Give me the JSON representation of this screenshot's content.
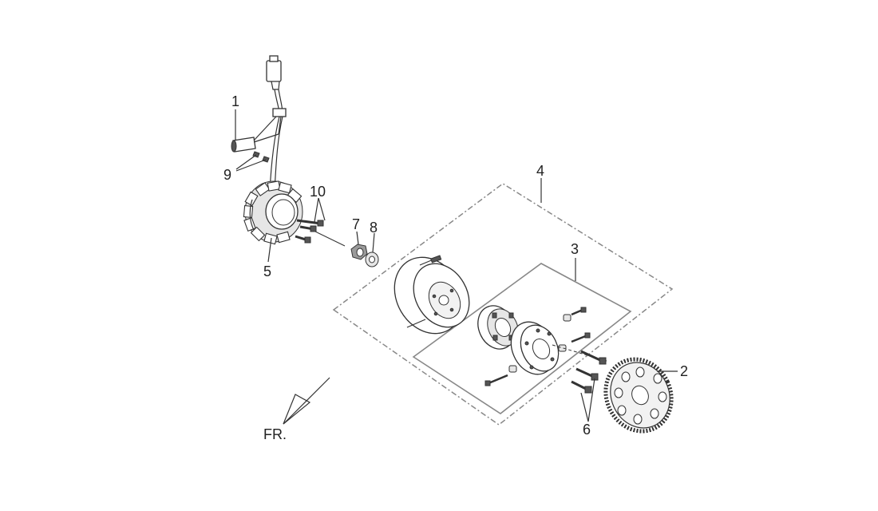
{
  "callouts": [
    {
      "id": "1",
      "text": "1"
    },
    {
      "id": "2",
      "text": "2"
    },
    {
      "id": "3",
      "text": "3"
    },
    {
      "id": "4",
      "text": "4"
    },
    {
      "id": "5",
      "text": "5"
    },
    {
      "id": "6",
      "text": "6"
    },
    {
      "id": "7",
      "text": "7"
    },
    {
      "id": "8",
      "text": "8"
    },
    {
      "id": "9",
      "text": "9"
    },
    {
      "id": "10",
      "text": "10"
    }
  ],
  "direction_label": "FR.",
  "colors": {
    "line": "#333333",
    "box": "#888888",
    "background": "#ffffff"
  }
}
